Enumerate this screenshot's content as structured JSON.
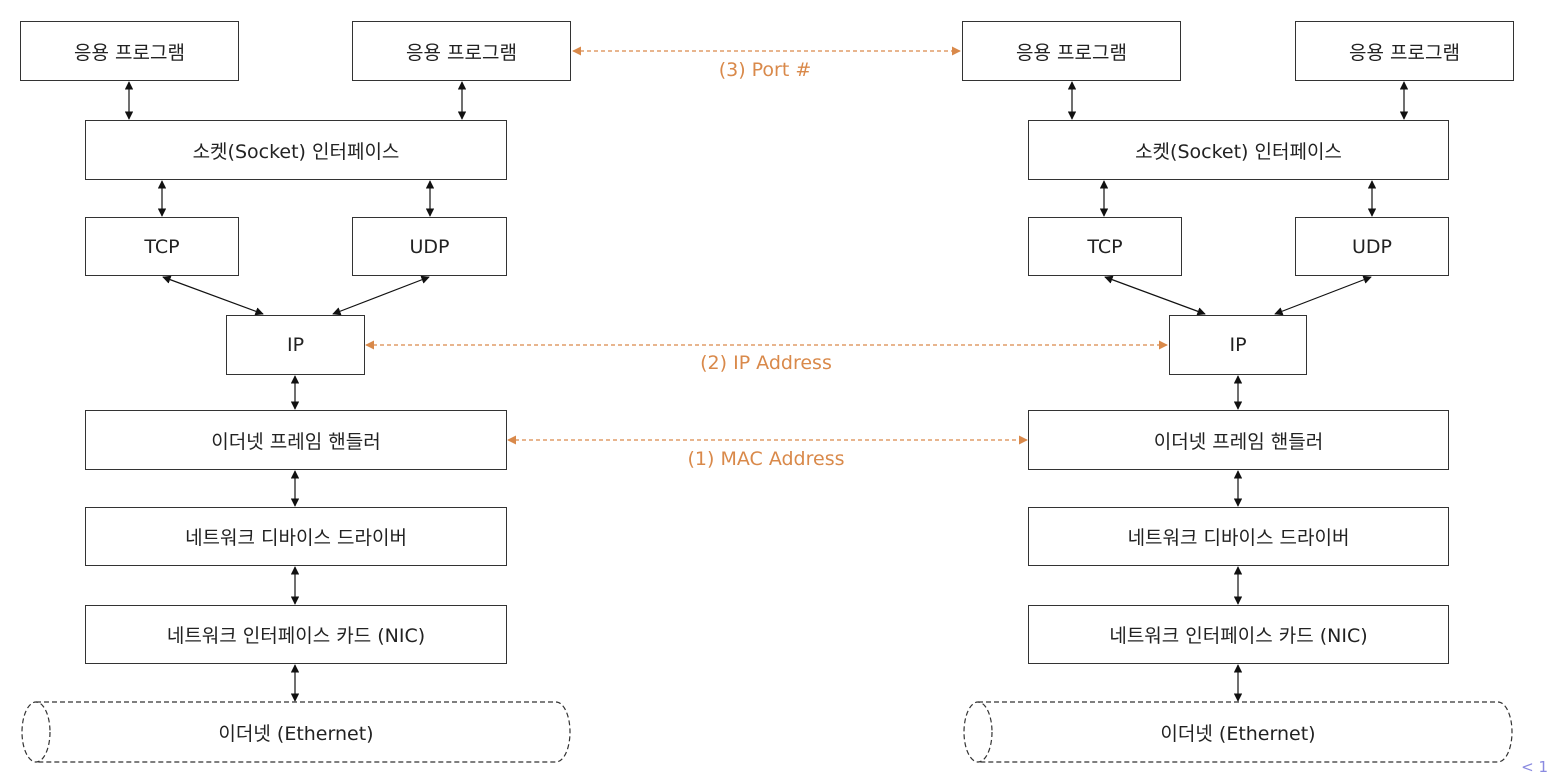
{
  "left_stack": {
    "app_1": "응용 프로그램",
    "app_2": "응용 프로그램",
    "socket": "소켓(Socket) 인터페이스",
    "tcp": "TCP",
    "udp": "UDP",
    "ip": "IP",
    "ethernet_frame_handler": "이더넷 프레임 핸들러",
    "network_device_driver": "네트워크 디바이스 드라이버",
    "nic": "네트워크 인터페이스 카드 (NIC)",
    "ethernet": "이더넷 (Ethernet)"
  },
  "right_stack": {
    "app_1": "응용 프로그램",
    "app_2": "응용 프로그램",
    "socket": "소켓(Socket) 인터페이스",
    "tcp": "TCP",
    "udp": "UDP",
    "ip": "IP",
    "ethernet_frame_handler": "이더넷 프레임 핸들러",
    "network_device_driver": "네트워크 디바이스 드라이버",
    "nic": "네트워크 인터페이스 카드 (NIC)",
    "ethernet": "이더넷 (Ethernet)"
  },
  "peer_links": {
    "port": "(3)  Port #",
    "ip_address": "(2)  IP Address",
    "mac_address": "(1)  MAC Address"
  },
  "watermark": "< 1",
  "colors": {
    "peer_link": "#d9894a",
    "box_border": "#333333",
    "arrow": "#111111"
  }
}
